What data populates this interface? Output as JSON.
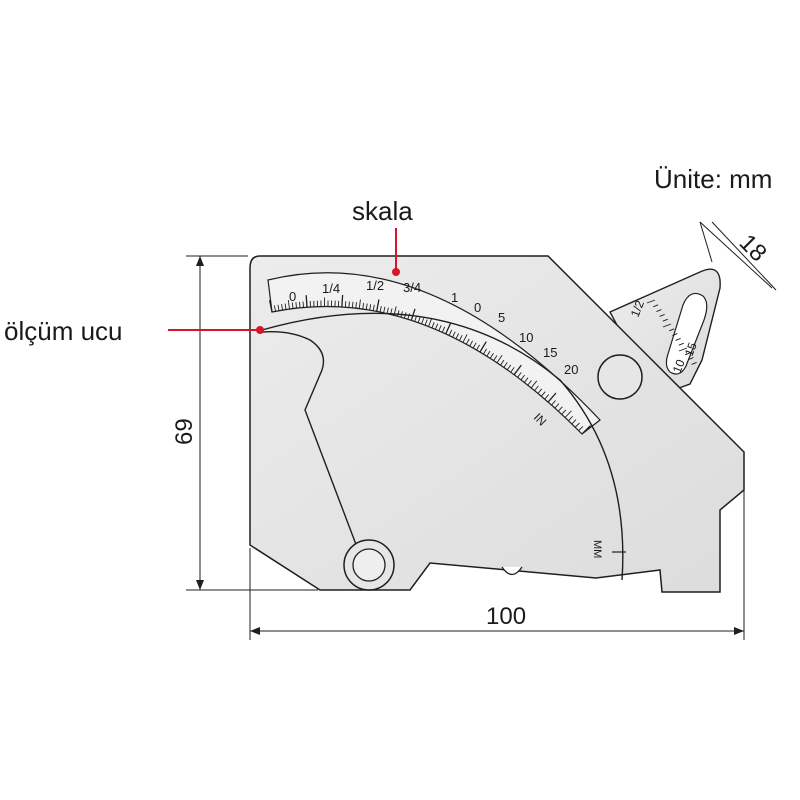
{
  "unit_note": "Ünite: mm",
  "labels": {
    "scale": "skala",
    "measuring_tip": "ölçüm ucu"
  },
  "dimensions": {
    "width": "100",
    "height": "69",
    "arm_width": "18"
  },
  "scale": {
    "inch_marks": [
      "0",
      "1/4",
      "1/2",
      "3/4",
      "1"
    ],
    "mm_marks": [
      "0",
      "5",
      "10",
      "15",
      "20"
    ],
    "in_label": "IN",
    "mm_label": "MM"
  },
  "arm_scale": {
    "marks": [
      "1/2",
      "15",
      "10"
    ]
  },
  "colors": {
    "plate_fill": "#e4e4e4",
    "outline": "#1f1f1f",
    "callout": "#d8132a",
    "text": "#1a1a1a"
  }
}
